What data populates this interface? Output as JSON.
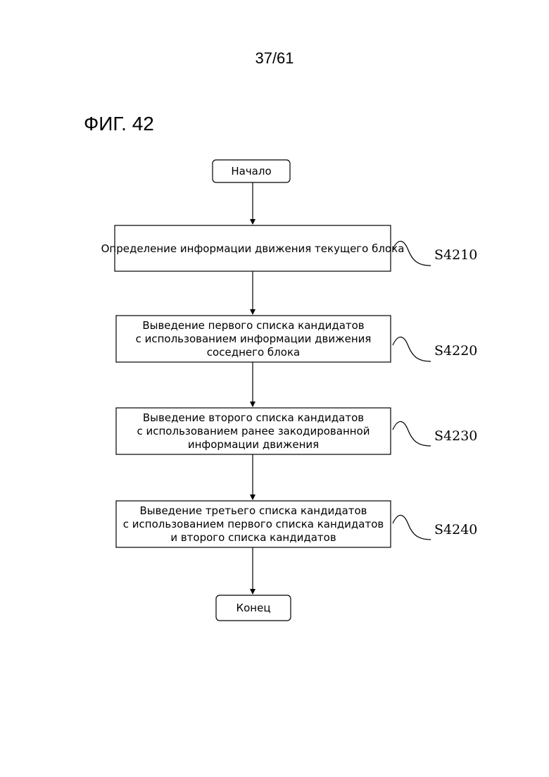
{
  "page_number": "37/61",
  "figure_title": "ФИГ. 42",
  "flowchart": {
    "start_label": "Начало",
    "end_label": "Конец",
    "steps": [
      {
        "id": "S4210",
        "lines": [
          "Определение информации движения текущего блока"
        ]
      },
      {
        "id": "S4220",
        "lines": [
          "Выведение первого списка кандидатов",
          "с использованием информации движения",
          "соседнего блока"
        ]
      },
      {
        "id": "S4230",
        "lines": [
          "Выведение второго списка кандидатов",
          "с использованием ранее закодированной",
          "информации движения"
        ]
      },
      {
        "id": "S4240",
        "lines": [
          "Выведение третьего списка кандидатов",
          "с использованием первого списка кандидатов",
          "и второго списка кандидатов"
        ]
      }
    ]
  }
}
